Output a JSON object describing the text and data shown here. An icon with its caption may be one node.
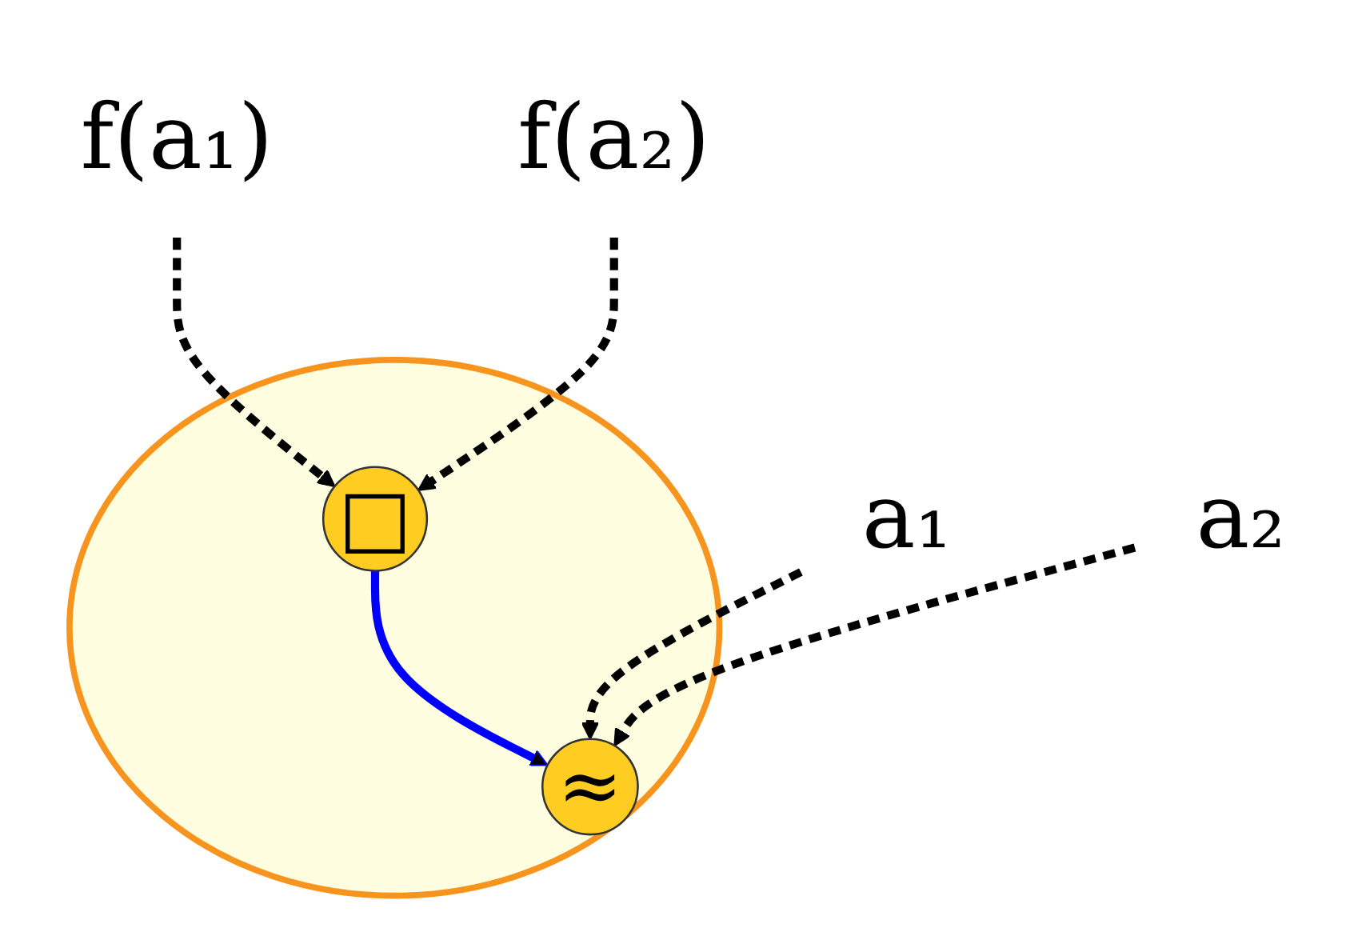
{
  "diagram": {
    "nodes": [
      {
        "text": [
          "f(a₁)"
        ]
      },
      {
        "text": [
          "f(a₂)"
        ]
      },
      {
        "text": [],
        "shape": "ellipse"
      },
      {
        "text": [
          "□"
        ],
        "in": 2
      },
      {
        "text": [
          "≈"
        ],
        "in": 2
      },
      {
        "text": [
          "a₁"
        ]
      },
      {
        "text": [
          "a₂"
        ]
      }
    ],
    "edges": [
      {
        "from": 0,
        "to": 3,
        "arrow": "to",
        "style": "dashed"
      },
      {
        "from": 1,
        "to": 3,
        "arrow": "to",
        "style": "dashed"
      },
      {
        "from": 3,
        "to": 4,
        "arrow": "to",
        "color": "#0000ff"
      },
      {
        "from": 5,
        "to": 4,
        "arrow": "to",
        "style": "dashed"
      },
      {
        "from": 6,
        "to": 4,
        "arrow": "to",
        "style": "dashed"
      }
    ]
  }
}
